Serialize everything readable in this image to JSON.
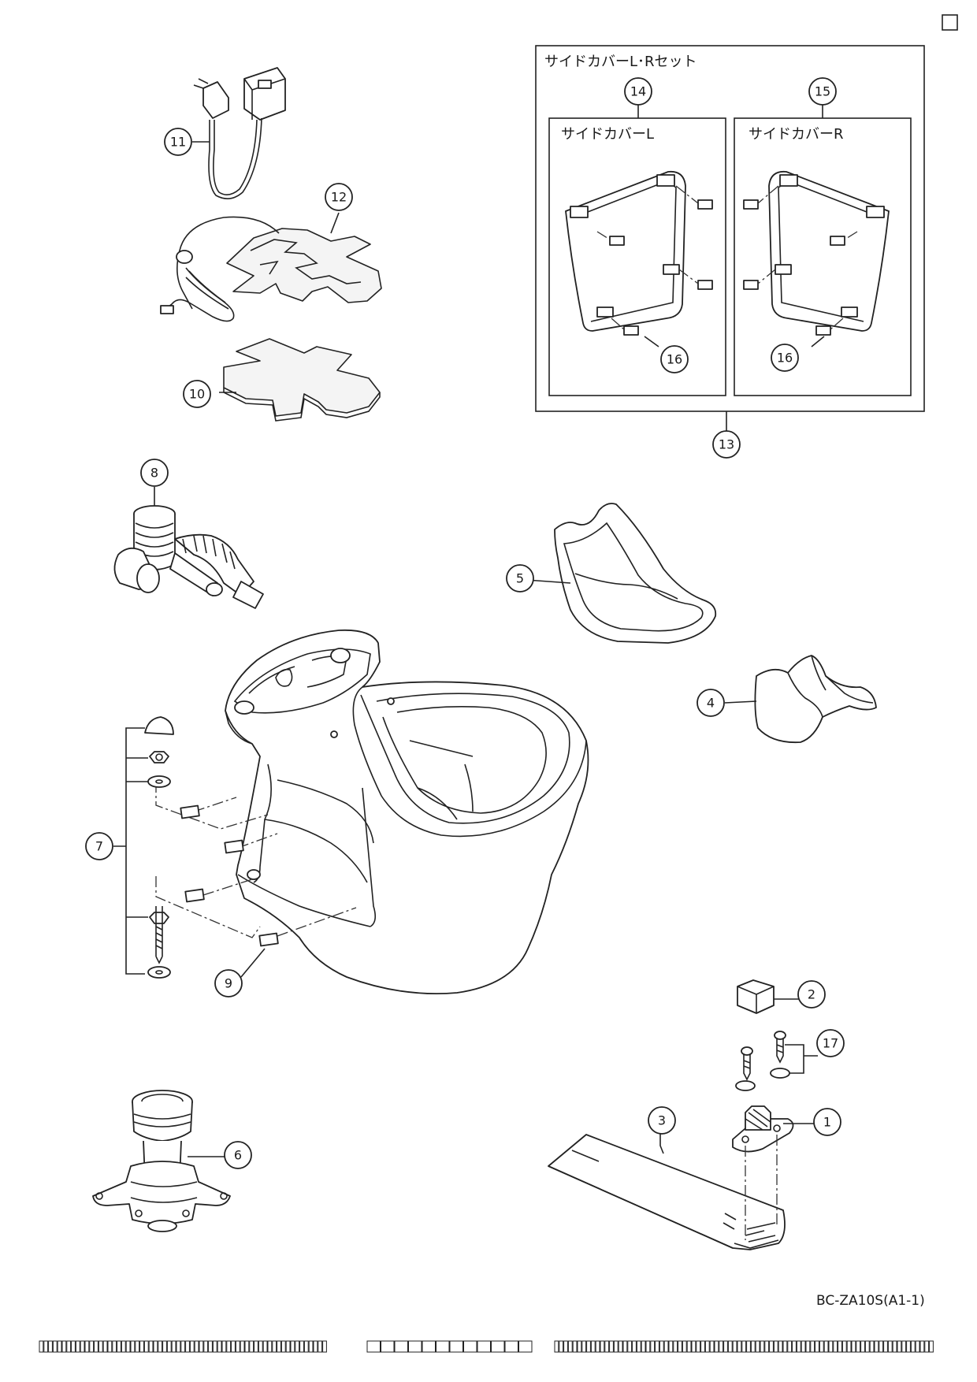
{
  "set_box": {
    "title": "サイドカバーL･Rセット",
    "left_title": "サイドカバーL",
    "right_title": "サイドカバーR"
  },
  "callouts": {
    "c1": "1",
    "c2": "2",
    "c3": "3",
    "c4": "4",
    "c5": "5",
    "c6": "6",
    "c7": "7",
    "c8": "8",
    "c9": "9",
    "c10": "10",
    "c11": "11",
    "c12": "12",
    "c13": "13",
    "c14": "14",
    "c15": "15",
    "c16a": "16",
    "c16b": "16",
    "c17": "17"
  },
  "doc_code": "BC-ZA10S(A1-1)"
}
